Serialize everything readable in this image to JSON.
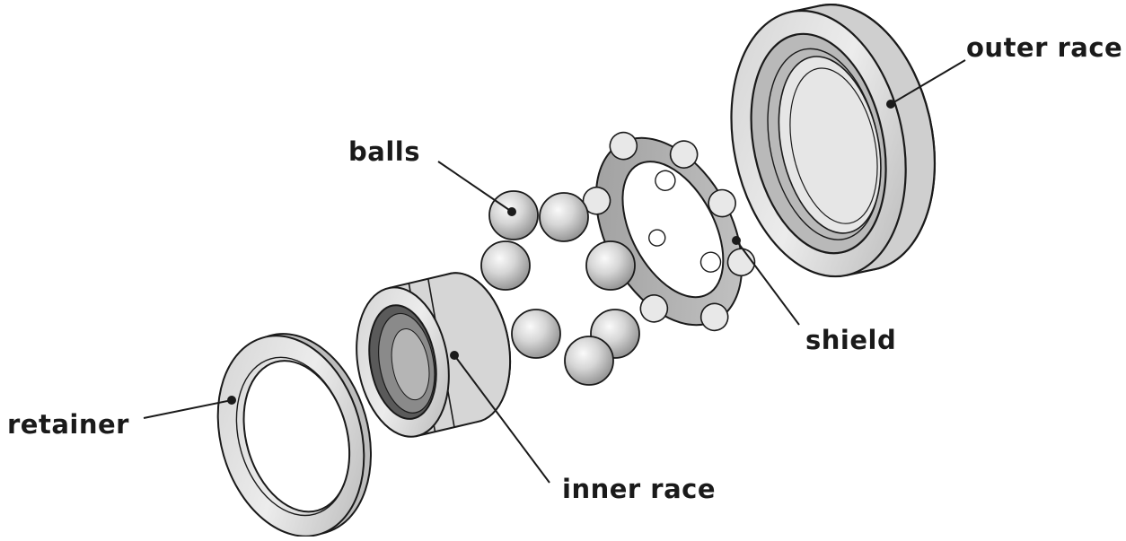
{
  "labels": {
    "outer_race": "outer race",
    "balls": "balls",
    "shield": "shield",
    "retainer": "retainer",
    "inner_race": "inner race"
  },
  "colors": {
    "metal_light": "#e4e4e4",
    "metal_mid": "#c8c8c8",
    "metal_dark": "#9a9a9a",
    "outline": "#1a1a1a",
    "background": "#ffffff"
  }
}
